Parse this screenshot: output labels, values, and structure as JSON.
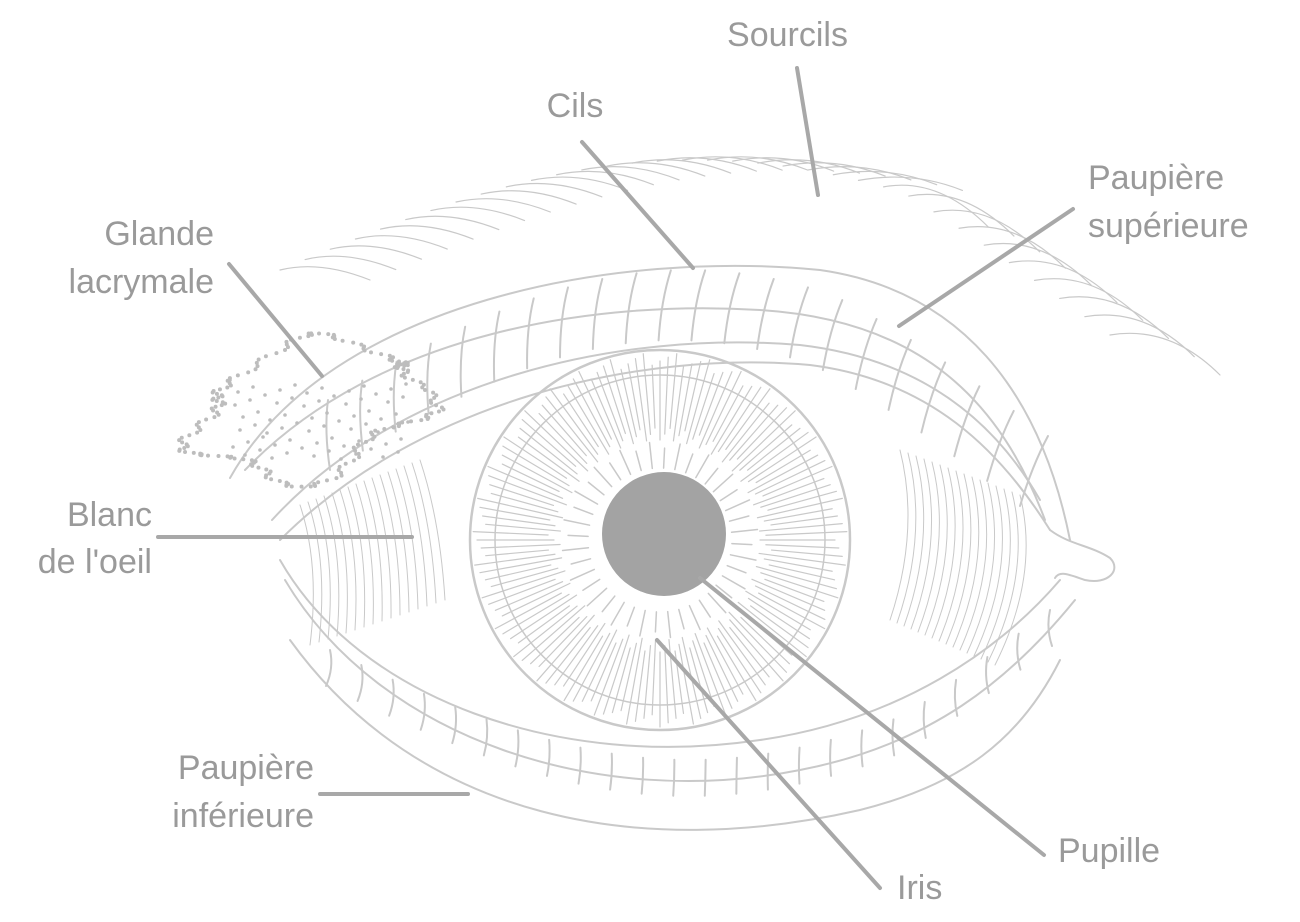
{
  "labels": {
    "sourcils": "Sourcils",
    "cils": "Cils",
    "paupiere_sup_1": "Paupière",
    "paupiere_sup_2": "supérieure",
    "glande_1": "Glande",
    "glande_2": "lacrymale",
    "blanc_1": "Blanc",
    "blanc_2": "de l'oeil",
    "paupiere_inf_1": "Paupière",
    "paupiere_inf_2": "inférieure",
    "pupille": "Pupille",
    "iris": "Iris"
  },
  "colors": {
    "sketch": "#c9c9c9",
    "leader": "#a8a8a8",
    "pupil": "#a3a3a3",
    "text": "#9a9a9a"
  }
}
